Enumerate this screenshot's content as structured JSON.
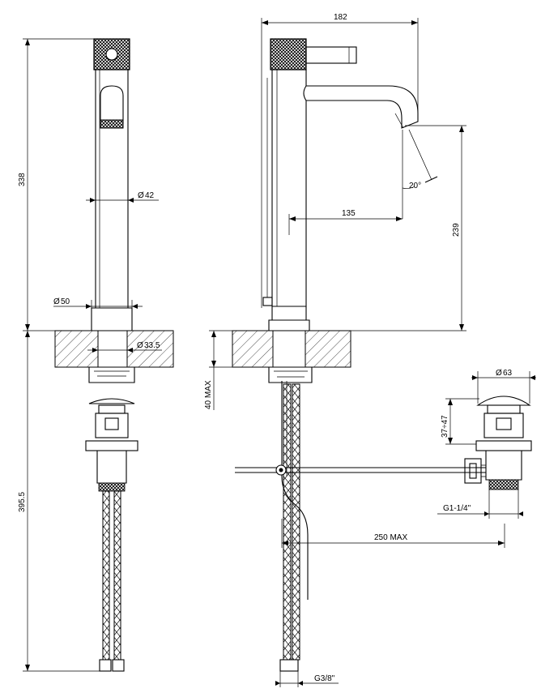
{
  "dimensions": {
    "left_height": "338",
    "left_body_diameter": "42",
    "left_base_diameter": "50",
    "hole_diameter": "33.5",
    "lower_length": "395.5",
    "overall_width": "182",
    "spout_angle": "20°",
    "spout_reach": "135",
    "spout_height": "239",
    "deck_thickness": "40 MAX",
    "waste_cap_diameter": "63",
    "waste_adjust": "37÷47",
    "waste_thread": "G1-1/4\"",
    "rod_length": "250 MAX",
    "hose_thread": "G3/8\""
  },
  "symbols": {
    "diameter": "Ø"
  }
}
